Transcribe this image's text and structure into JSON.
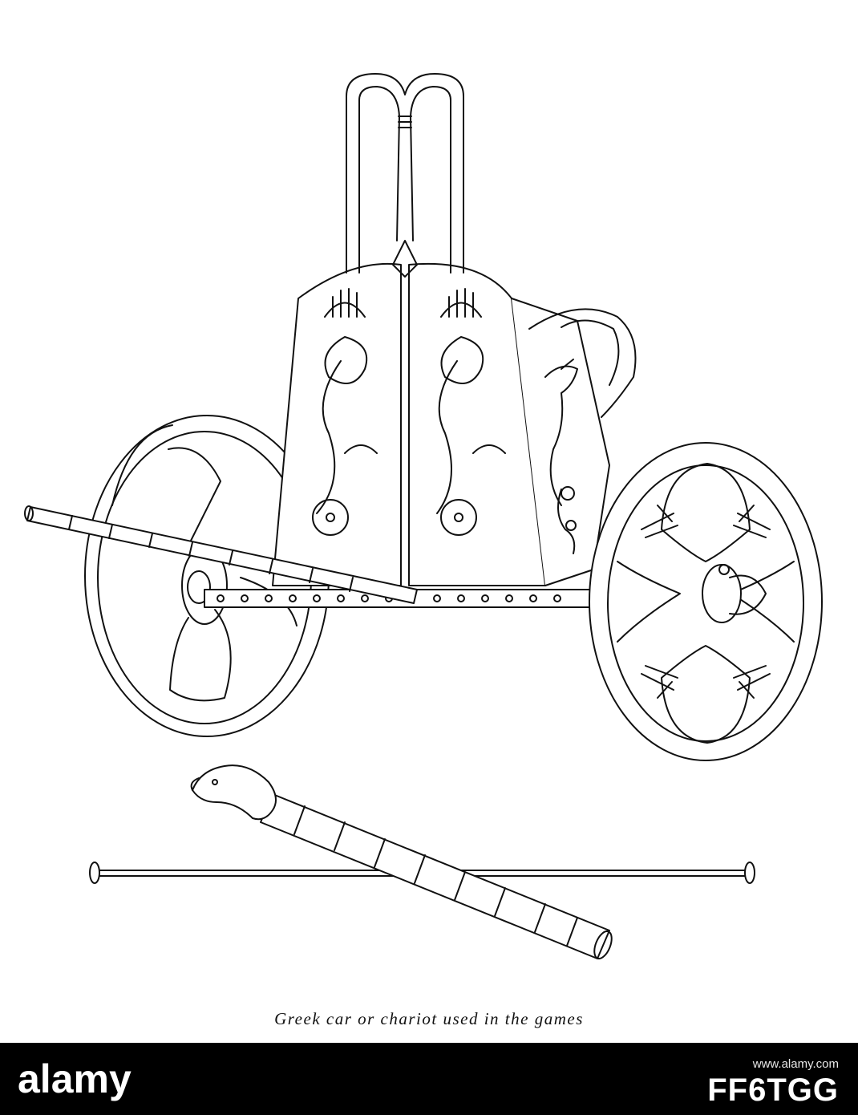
{
  "caption": "Greek car or chariot used in the games",
  "watermark": {
    "brand": "alamy",
    "image_id": "FF6TGG",
    "url": "www.alamy.com"
  },
  "colors": {
    "ink": "#111111",
    "paper": "#ffffff",
    "footer_bg": "#000000"
  }
}
